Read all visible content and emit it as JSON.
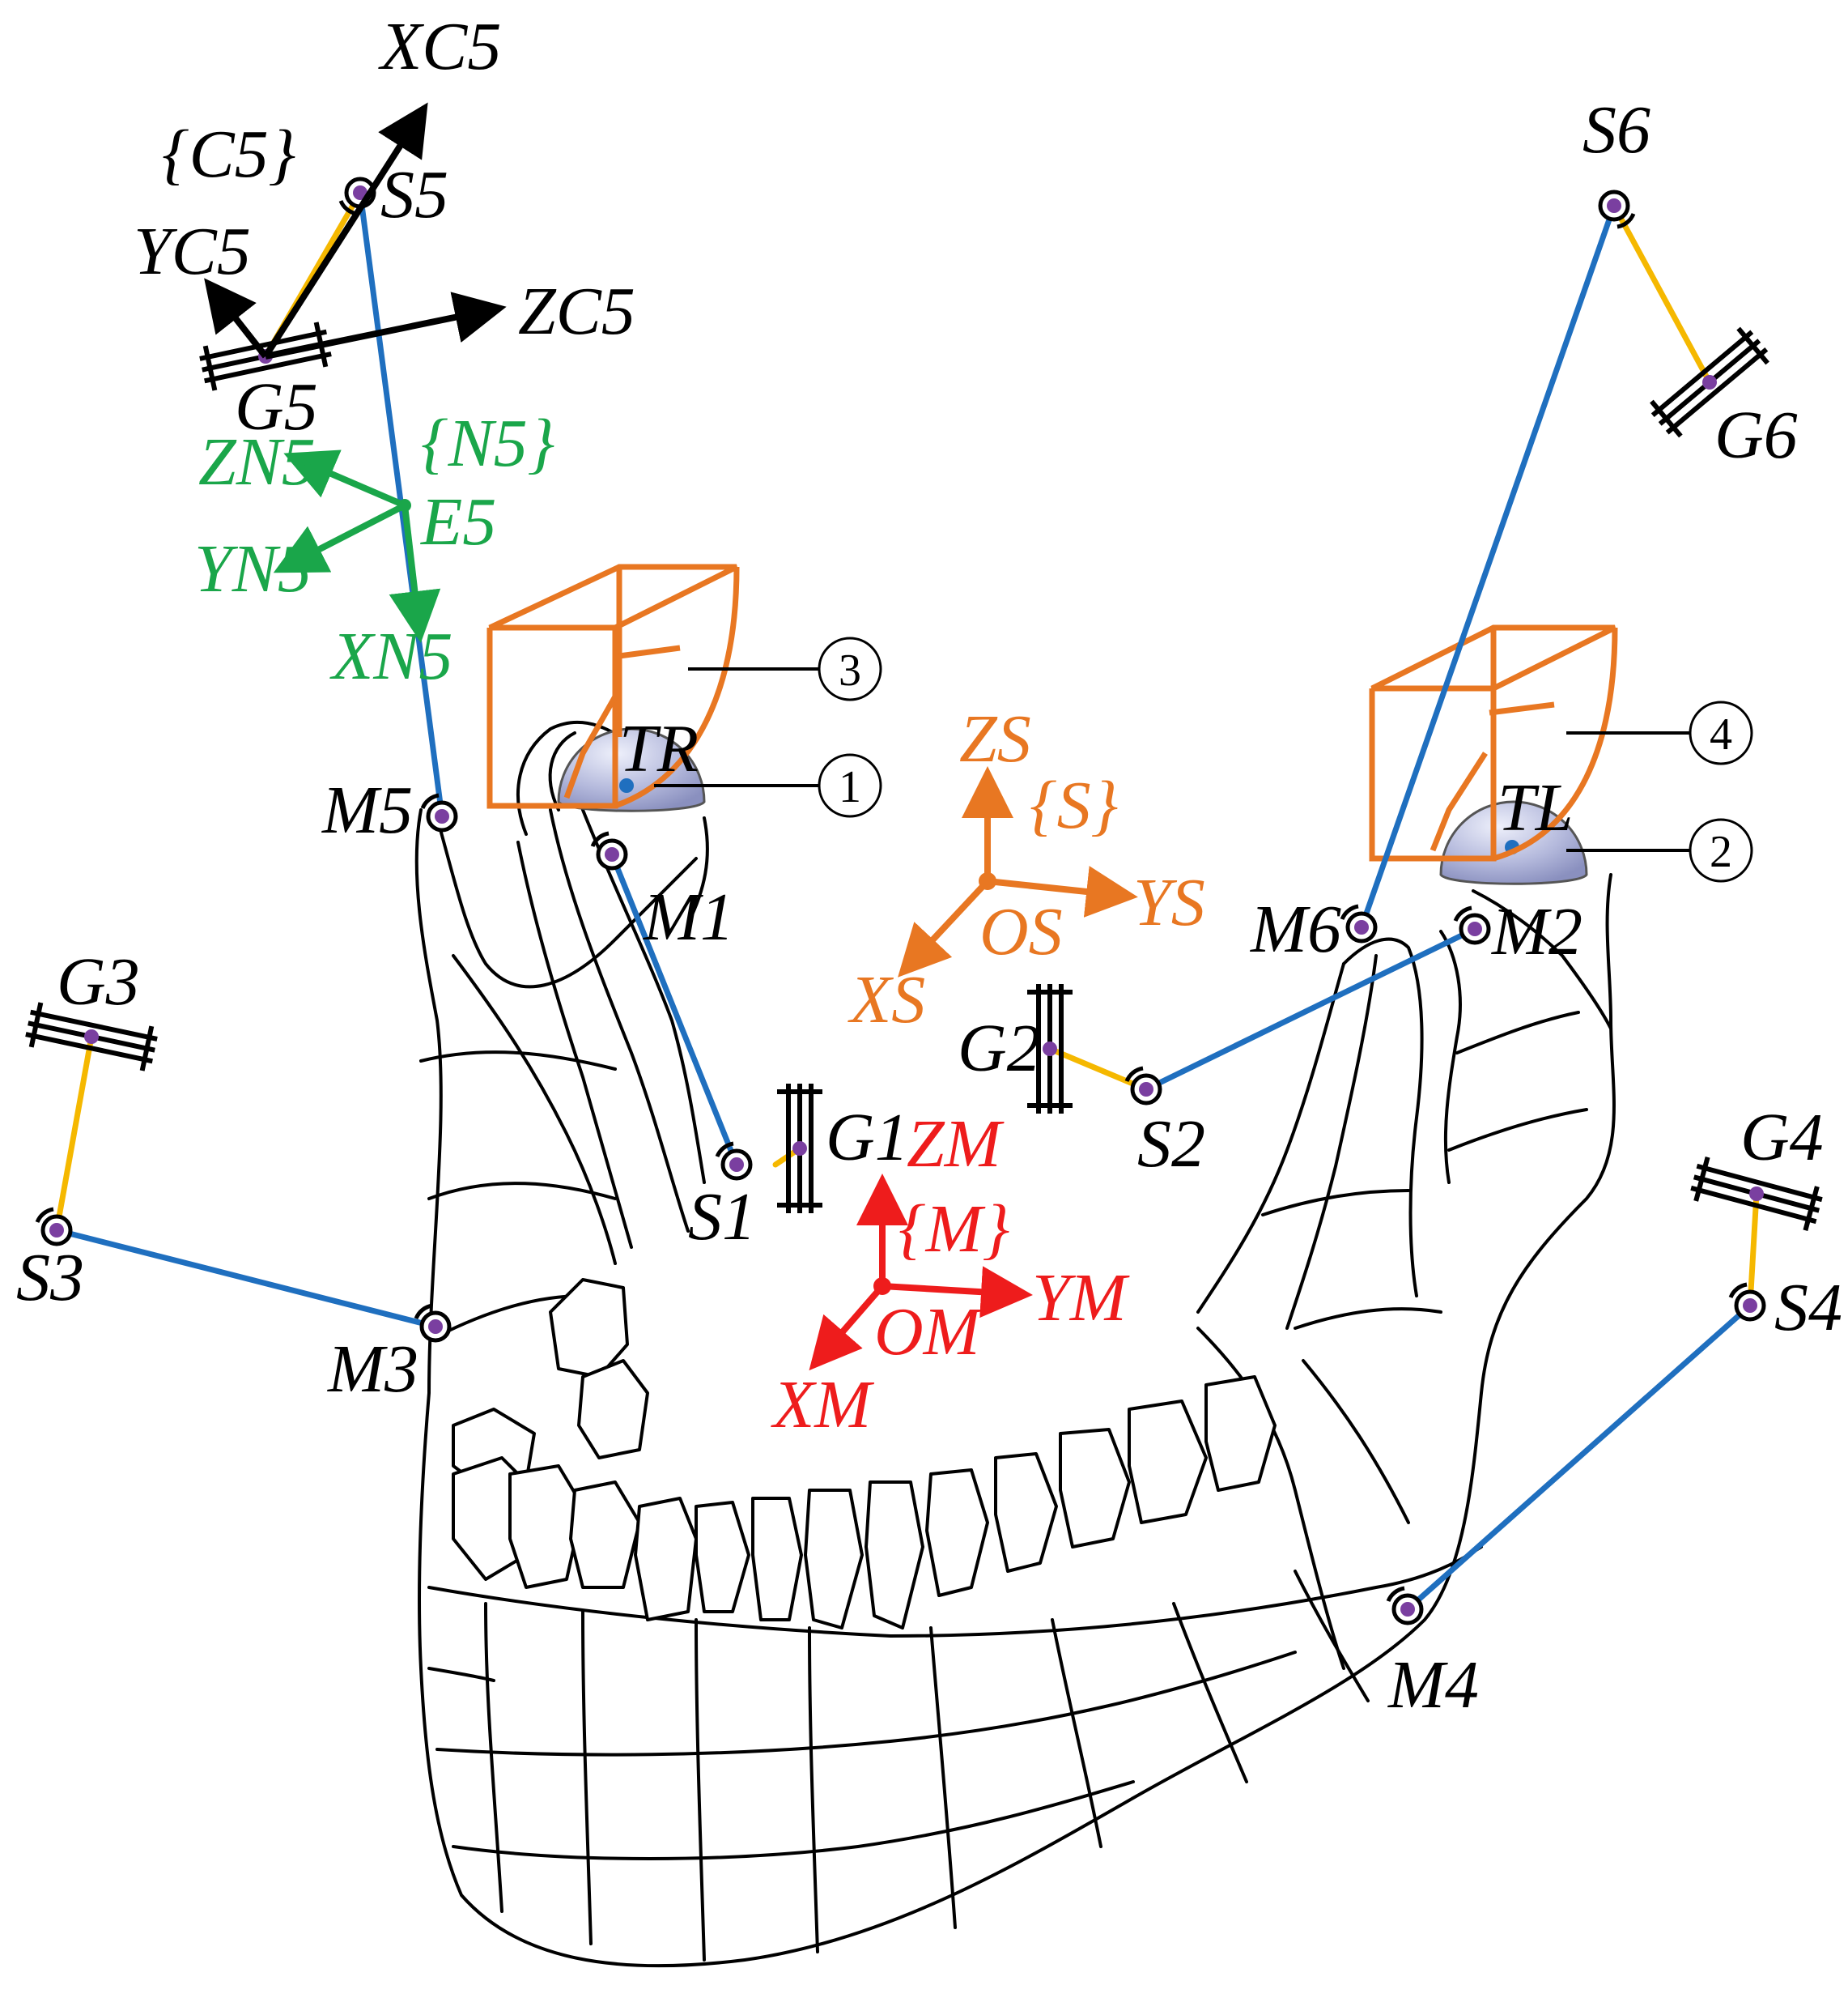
{
  "colors": {
    "blue_link": "#1f6fbf",
    "yellow_link": "#f5b800",
    "joint_purple": "#7a3fa0",
    "orange_frame": "#e87722",
    "green_frame": "#1aa64a",
    "red_frame": "#ee1c1c",
    "black": "#000000",
    "sphere": "#b4b9dc"
  },
  "frames": {
    "C5": {
      "title": "{C5}",
      "x": "XC5",
      "y": "YC5",
      "z": "ZC5"
    },
    "N5": {
      "title": "{N5}",
      "x": "XN5",
      "y": "YN5",
      "z": "ZN5",
      "origin": "E5"
    },
    "S": {
      "title": "{S}",
      "x": "XS",
      "y": "YS",
      "z": "ZS",
      "origin": "OS"
    },
    "M": {
      "title": "{M}",
      "x": "XM",
      "y": "YM",
      "z": "ZM",
      "origin": "OM"
    }
  },
  "points": {
    "S": [
      "S1",
      "S2",
      "S3",
      "S4",
      "S5",
      "S6"
    ],
    "M": [
      "M1",
      "M2",
      "M3",
      "M4",
      "M5",
      "M6"
    ],
    "G": [
      "G1",
      "G2",
      "G3",
      "G4",
      "G5",
      "G6"
    ],
    "T": [
      "TR",
      "TL"
    ]
  },
  "callouts": [
    "1",
    "2",
    "3",
    "4"
  ],
  "icons": [
    "spherical-joint-icon",
    "prismatic-guide-icon",
    "coordinate-frame-icon",
    "condyle-sphere-icon",
    "constraint-box-icon"
  ]
}
